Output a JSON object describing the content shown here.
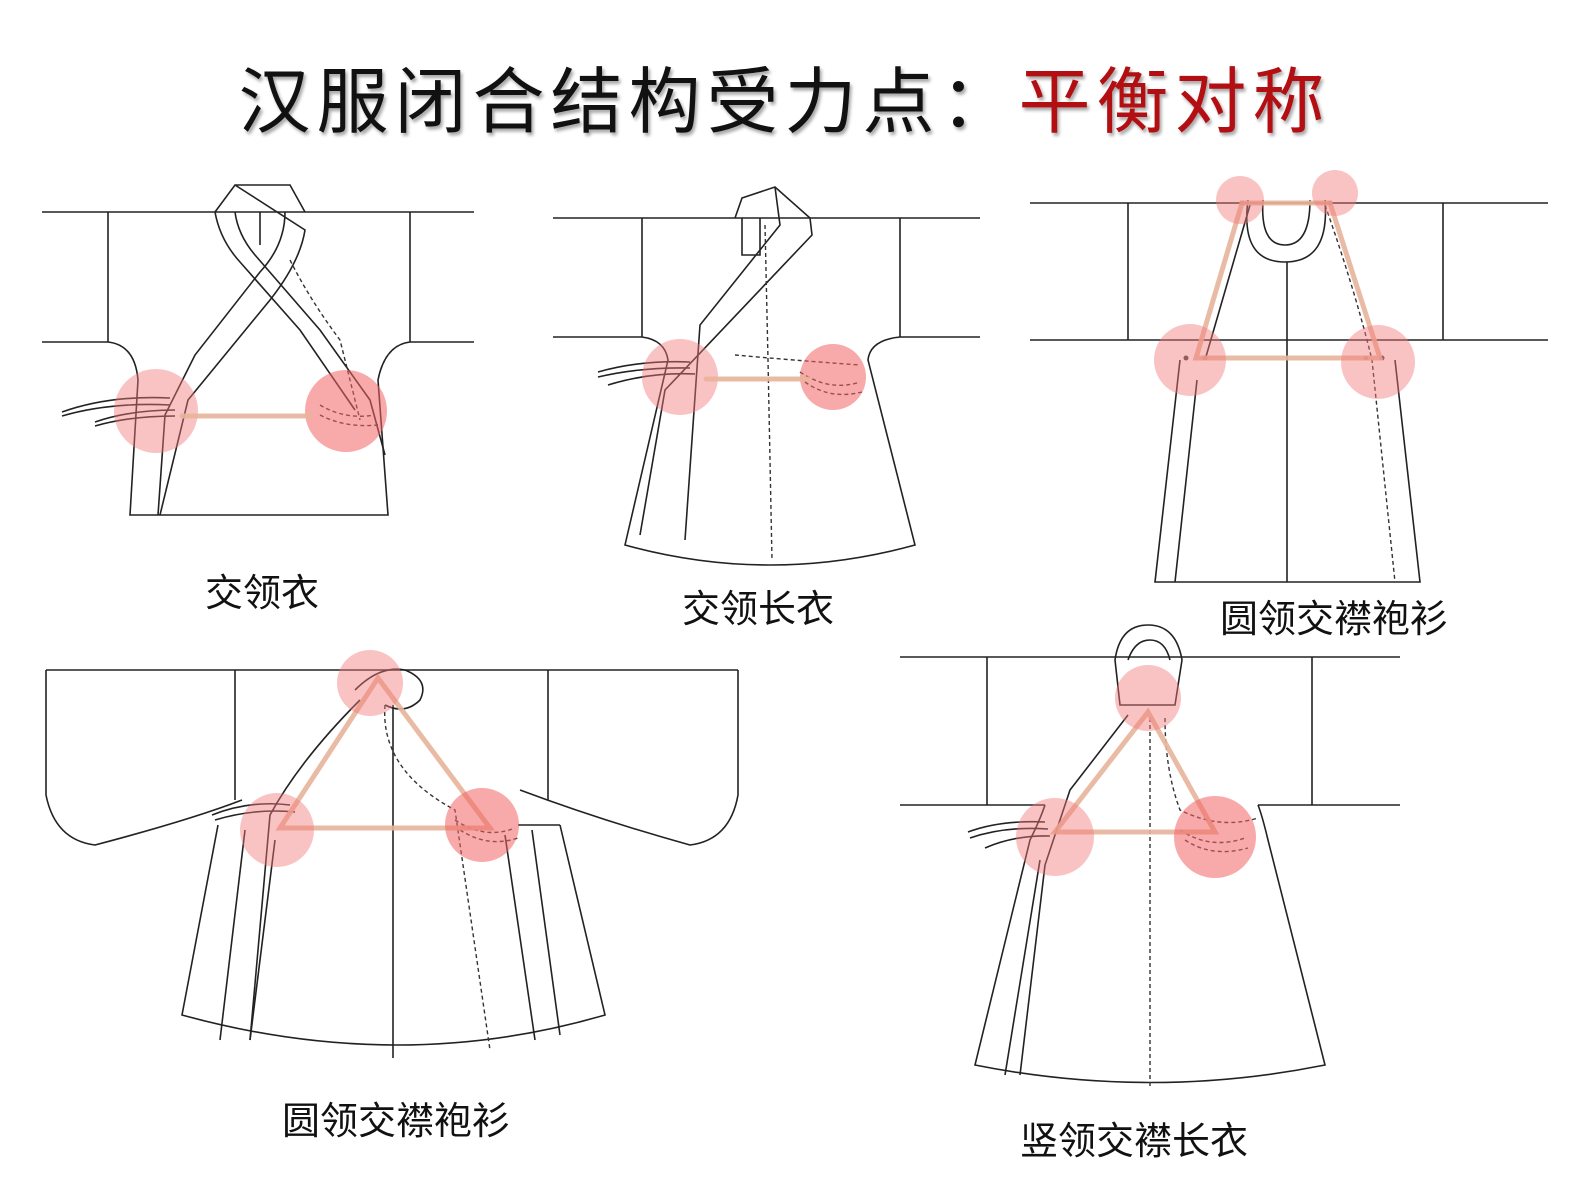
{
  "title": {
    "prefix": "汉服闭合结构受力点：",
    "highlight": "平衡对称",
    "prefix_color": "#111111",
    "highlight_color": "#b30e12"
  },
  "figures": [
    {
      "label": "交领衣"
    },
    {
      "label": "交领长衣"
    },
    {
      "label": "圆领交襟袍衫"
    },
    {
      "label": "圆领交襟袍衫"
    },
    {
      "label": "竖领交襟长衣"
    }
  ],
  "colors": {
    "stress_point": "#f47a7a",
    "connector": "#e8b49a",
    "outline": "#222222"
  }
}
